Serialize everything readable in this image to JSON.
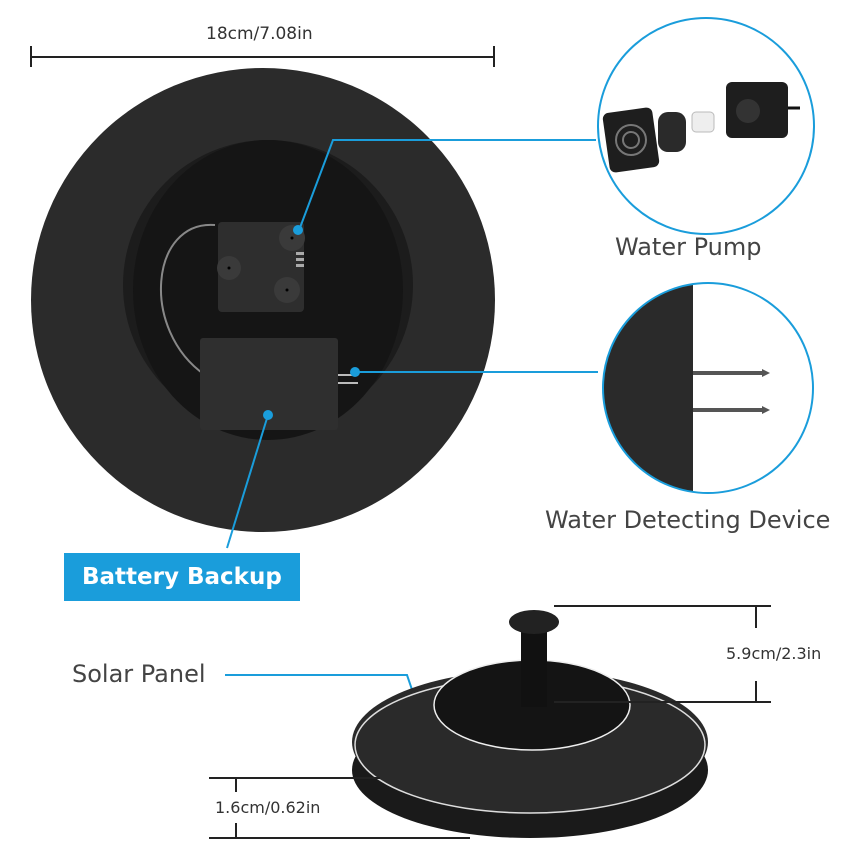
{
  "dimensions": {
    "width_label": "18cm/7.08in",
    "height_label": "5.9cm/2.3in",
    "thickness_label": "1.6cm/0.62in"
  },
  "callouts": {
    "water_pump": "Water Pump",
    "water_detecting_device": "Water Detecting Device",
    "battery_backup": "Battery Backup",
    "solar_panel": "Solar Panel"
  },
  "colors": {
    "accent": "#1a9ddb",
    "product_dark": "#2a2a2a",
    "text": "#444444"
  }
}
